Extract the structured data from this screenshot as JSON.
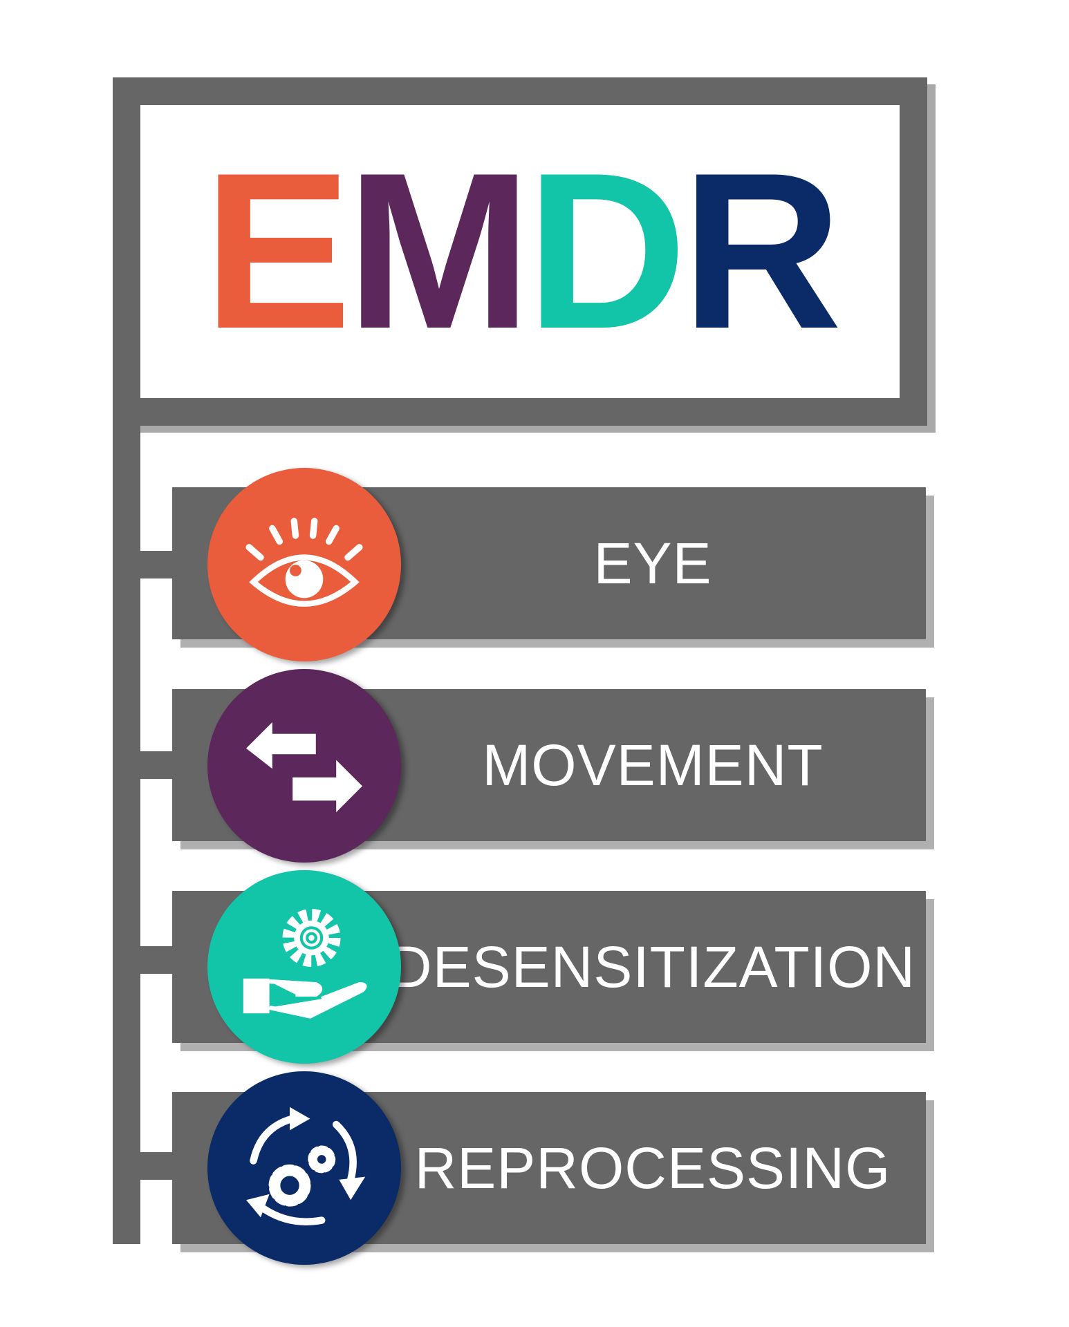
{
  "title": {
    "letters": [
      {
        "char": "E",
        "color": "#E95D3C"
      },
      {
        "char": "M",
        "color": "#5C275B"
      },
      {
        "char": "D",
        "color": "#12C4A8"
      },
      {
        "char": "R",
        "color": "#0B2A68"
      }
    ]
  },
  "items": [
    {
      "label": "EYE",
      "icon": "eye-icon",
      "color": "#E95D3C"
    },
    {
      "label": "MOVEMENT",
      "icon": "arrows-exchange-icon",
      "color": "#5C275B"
    },
    {
      "label": "DESENSITIZATION",
      "icon": "hand-gear-icon",
      "color": "#12C4A8"
    },
    {
      "label": "REPROCESSING",
      "icon": "gears-cycle-icon",
      "color": "#0B2A68"
    }
  ]
}
